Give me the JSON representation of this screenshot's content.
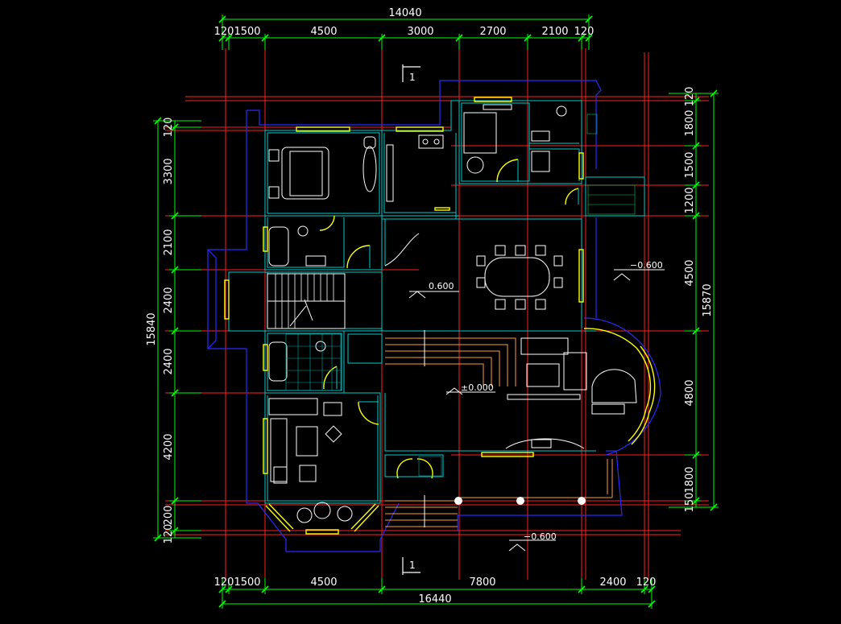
{
  "drawing": {
    "top_overall": "14040",
    "top_segments": [
      "120",
      "1500",
      "4500",
      "3000",
      "2700",
      "2100",
      "120"
    ],
    "bottom_overall": "16440",
    "bottom_segments": [
      "120",
      "1500",
      "4500",
      "7800",
      "2400",
      "120"
    ],
    "left_overall": "15840",
    "left_segments": [
      "120",
      "3300",
      "2100",
      "2400",
      "2400",
      "4200",
      "200",
      "120"
    ],
    "right_overall": "15870",
    "right_segments": [
      "120",
      "1800",
      "1500",
      "1200",
      "4500",
      "4800",
      "1800",
      "150"
    ],
    "levels": {
      "first_floor": "0.600",
      "ground": "±0.000",
      "outside_right": "−0.600",
      "outside_bottom": "−0.600"
    },
    "section_mark": "1",
    "colors": {
      "background": "#000000",
      "axis": "#ff2020",
      "dimension": "#00ff00",
      "wall": "#2a2aff",
      "interior": "#00cccc",
      "window": "#ffff00",
      "furniture": "#ffffff",
      "stair": "#ff9a3c"
    }
  }
}
